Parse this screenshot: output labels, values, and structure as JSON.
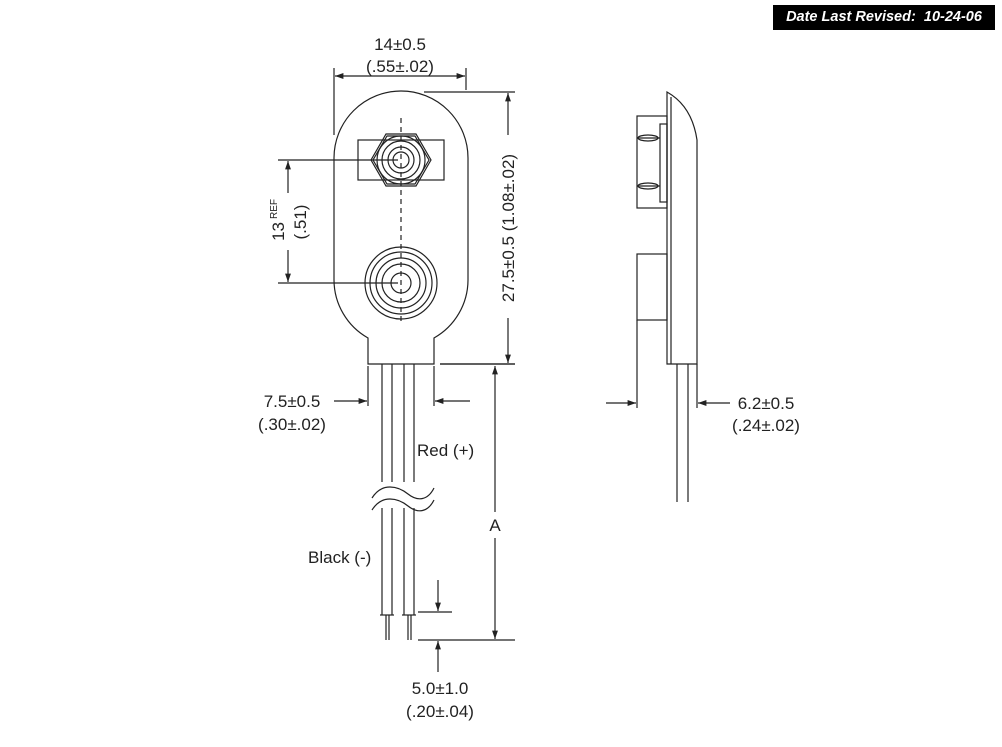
{
  "header": {
    "revised_label": "Date Last Revised:",
    "revised_date": "10-24-06"
  },
  "front_view": {
    "width_mm": "14±0.5",
    "width_in": "(.55±.02)",
    "pitch_mm": "13",
    "pitch_ref": "REF",
    "pitch_in": "(.51)",
    "height": "27.5±0.5 (1.08±.02)",
    "neck_mm": "7.5±0.5",
    "neck_in": "(.30±.02)",
    "red_wire": "Red (+)",
    "black_wire": "Black (-)",
    "lead_length": "A",
    "strip_mm": "5.0±1.0",
    "strip_in": "(.20±.04)"
  },
  "side_view": {
    "thickness_mm": "6.2±0.5",
    "thickness_in": "(.24±.02)"
  },
  "colors": {
    "line": "#222222",
    "badge_bg": "#000000",
    "badge_text": "#ffffff"
  }
}
